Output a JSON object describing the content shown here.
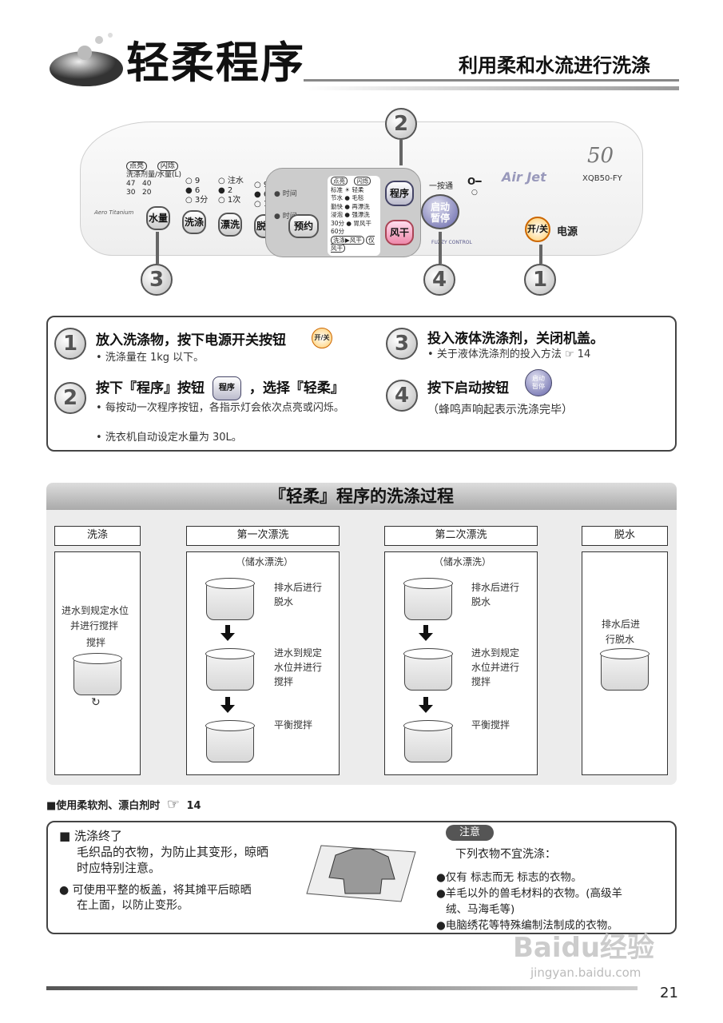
{
  "header": {
    "title": "轻柔程序",
    "subtitle": "利用柔和水流进行洗涤"
  },
  "panel": {
    "model": "XQB50-FY",
    "capacity": "50",
    "brand_script": "Air Jet",
    "aero_titanium": "Aero Titanium",
    "wash_amount_label1": "点亮",
    "wash_amount_label2": "闪烁",
    "wash_amount_label3": "洗涤剂量/水量(L)",
    "wash_amount_rows": [
      "47",
      "40",
      "30",
      "20"
    ],
    "wash_levels": [
      "9",
      "6",
      "3分"
    ],
    "rinse_levels": [
      "注水",
      "2",
      "1次"
    ],
    "spin_levels": [
      "9",
      "6",
      "1分"
    ],
    "timer_label": "时间",
    "program_labels": [
      "标准",
      "轻柔",
      "节水",
      "毛毯",
      "勤快",
      "再漂洗",
      "浸泡",
      "强漂洗",
      "30分",
      "胃风干",
      "60分"
    ],
    "program_tags": [
      "点亮",
      "闪烁"
    ],
    "bottom_tags": [
      "洗涤▶风干",
      "仅风干"
    ],
    "one_touch": "一按通",
    "fuzzy": "FUZZY CONTROL",
    "power_label": "电源",
    "buttons": {
      "water": "水量",
      "wash": "洗涤",
      "rinse": "漂洗",
      "spin": "脱水",
      "reserve": "预约",
      "program": "程序",
      "dry": "风干",
      "start_line1": "启动",
      "start_line2": "暂停",
      "power": "开/关"
    },
    "callouts": [
      "2",
      "3",
      "4",
      "1"
    ]
  },
  "steps": [
    {
      "num": "1",
      "title": "放入洗涤物，按下电源开关按钮",
      "icon": "开/关",
      "notes": [
        "洗涤量在 1kg 以下。"
      ]
    },
    {
      "num": "2",
      "title_a": "按下『程序』按钮",
      "icon": "程序",
      "title_b": "，选择『轻柔』",
      "notes": [
        "每按动一次程序按钮，各指示灯会依次点亮或闪烁。",
        "洗衣机自动设定水量为 30L。"
      ]
    },
    {
      "num": "3",
      "title": "投入液体洗涤剂，关闭机盖。",
      "notes": [
        "关于液体洗涤剂的投入方法"
      ],
      "ref": "14"
    },
    {
      "num": "4",
      "title": "按下启动按钮",
      "icon_line1": "启动",
      "icon_line2": "暂停",
      "notes": [
        "（蜂鸣声响起表示洗涤完毕）"
      ]
    }
  ],
  "process": {
    "title": "『轻柔』程序的洗涤过程",
    "columns": [
      {
        "head": "洗涤",
        "texts": [
          "进水到规定水位",
          "并进行搅拌",
          "搅拌"
        ]
      },
      {
        "head": "第一次漂洗",
        "sub": "（储水漂洗）",
        "texts": [
          "排水后进行",
          "脱水",
          "进水到规定",
          "水位并进行",
          "搅拌",
          "平衡搅拌"
        ]
      },
      {
        "head": "第二次漂洗",
        "sub": "（储水漂洗）",
        "texts": [
          "排水后进行",
          "脱水",
          "进水到规定",
          "水位并进行",
          "搅拌",
          "平衡搅拌"
        ]
      },
      {
        "head": "脱水",
        "texts": [
          "排水后进",
          "行脱水"
        ]
      }
    ]
  },
  "softener_note": {
    "text": "■使用柔软剂、漂白剂时",
    "ref": "14"
  },
  "finish": {
    "heading": "■ 洗涤终了",
    "line1": "毛织品的衣物，为防止其变形，晾晒",
    "line2": "时应特别注意。",
    "bullet1": "● 可使用平整的板盖，将其摊平后晾晒",
    "bullet2": "在上面，以防止变形。"
  },
  "caution": {
    "tag": "注意",
    "intro": "下列衣物不宜洗涤：",
    "items": [
      "●仅有   标志而无   标志的衣物。",
      "●羊毛以外的兽毛材料的衣物。(高级羊",
      "绒、马海毛等)",
      "●电脑绣花等特殊编制法制成的衣物。"
    ]
  },
  "watermark": {
    "line1": "Baidu经验",
    "line2": "jingyan.baidu.com"
  },
  "page_number": "21"
}
